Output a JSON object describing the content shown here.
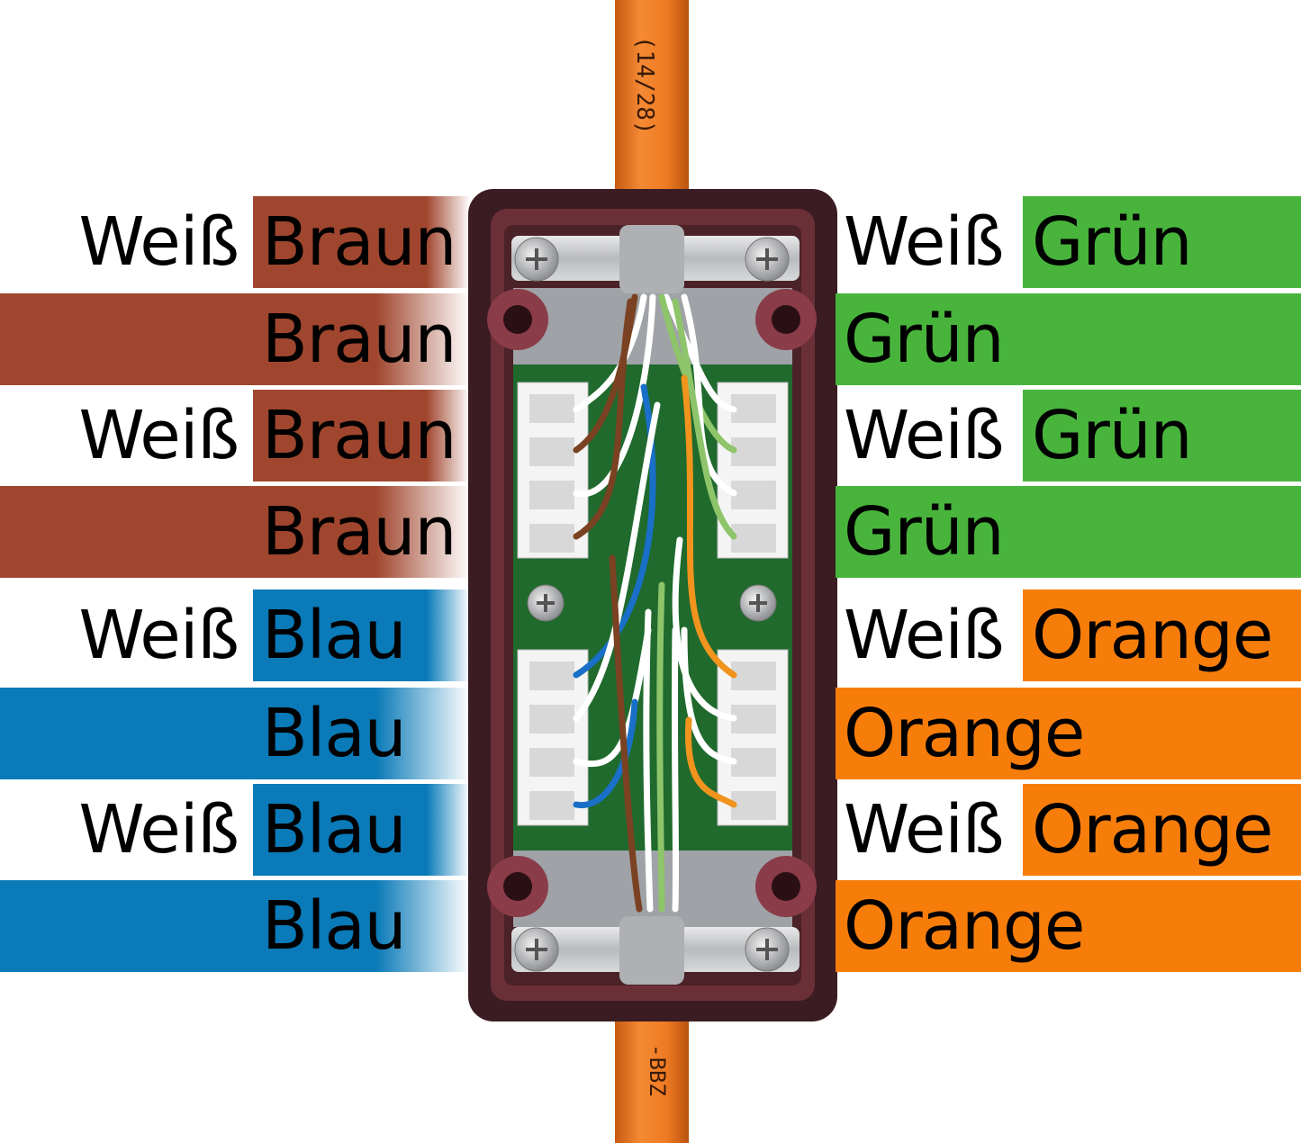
{
  "colors": {
    "braun": "#a0462e",
    "blau": "#0a7ab8",
    "gruen": "#48b43c",
    "orange": "#f77d0b",
    "cable": "#ee7a22",
    "housing": "#5a2a30",
    "pcb": "#1f6a2c",
    "metal": "#c6c8ca"
  },
  "left_rows": [
    {
      "weiss": "Weiß",
      "color": "Braun",
      "fill": "braun",
      "striped": true
    },
    {
      "weiss": "",
      "color": "Braun",
      "fill": "braun",
      "striped": false
    },
    {
      "weiss": "Weiß",
      "color": "Braun",
      "fill": "braun",
      "striped": true
    },
    {
      "weiss": "",
      "color": "Braun",
      "fill": "braun",
      "striped": false
    },
    {
      "weiss": "Weiß",
      "color": "Blau",
      "fill": "blau",
      "striped": true
    },
    {
      "weiss": "",
      "color": "Blau",
      "fill": "blau",
      "striped": false
    },
    {
      "weiss": "Weiß",
      "color": "Blau",
      "fill": "blau",
      "striped": true
    },
    {
      "weiss": "",
      "color": "Blau",
      "fill": "blau",
      "striped": false
    }
  ],
  "right_rows": [
    {
      "weiss": "Weiß",
      "color": "Grün",
      "fill": "gruen",
      "striped": true
    },
    {
      "weiss": "",
      "color": "Grün",
      "fill": "gruen",
      "striped": false
    },
    {
      "weiss": "Weiß",
      "color": "Grün",
      "fill": "gruen",
      "striped": true
    },
    {
      "weiss": "",
      "color": "Grün",
      "fill": "gruen",
      "striped": false
    },
    {
      "weiss": "Weiß",
      "color": "Orange",
      "fill": "orange",
      "striped": true
    },
    {
      "weiss": "",
      "color": "Orange",
      "fill": "orange",
      "striped": false
    },
    {
      "weiss": "Weiß",
      "color": "Orange",
      "fill": "orange",
      "striped": true
    },
    {
      "weiss": "",
      "color": "Orange",
      "fill": "orange",
      "striped": false
    }
  ],
  "cable_print_top": "(14/28)",
  "cable_print_bottom": "-BBZ"
}
